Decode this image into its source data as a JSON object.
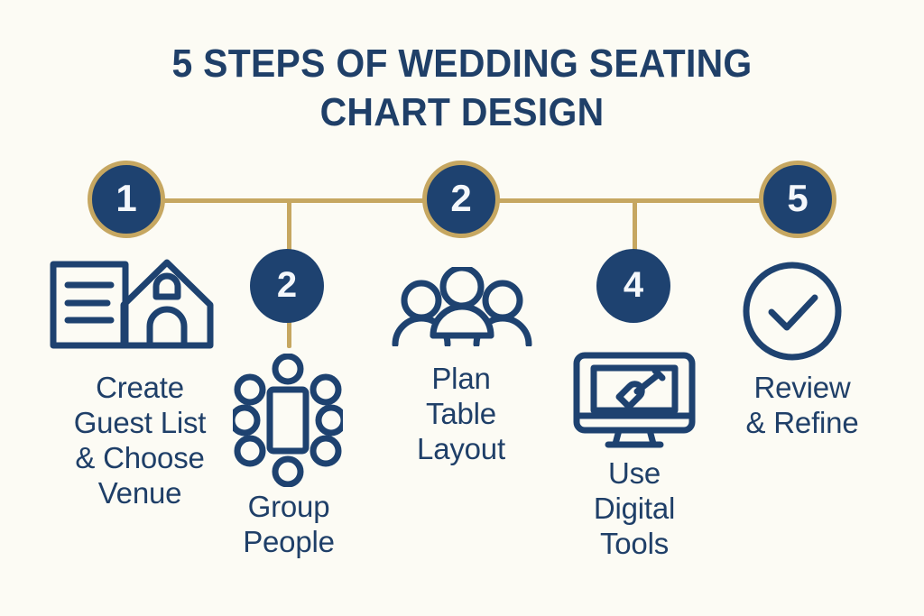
{
  "title": {
    "line1": "5 STEPS OF WEDDING SEATING",
    "line2": "CHART DESIGN"
  },
  "colors": {
    "background": "#fcfbf4",
    "navy": "#1e4270",
    "text_navy": "#1f3f68",
    "gold": "#c6a761",
    "number_text": "#f4f7fb"
  },
  "steps": [
    {
      "number": "1",
      "label": "Create\nGuest List\n& Choose\nVenue",
      "icon": "document-and-venue-icon",
      "ringed": true,
      "on_timeline": true
    },
    {
      "number": "2",
      "label": "Group\nPeople",
      "icon": "round-table-seating-icon",
      "ringed": false,
      "on_timeline": false
    },
    {
      "number": "2",
      "label": "Plan\nTable\nLayout",
      "icon": "people-group-icon",
      "ringed": true,
      "on_timeline": true
    },
    {
      "number": "4",
      "label": "Use\nDigital\nTools",
      "icon": "monitor-paintbrush-icon",
      "ringed": false,
      "on_timeline": false
    },
    {
      "number": "5",
      "label": "Review\n& Refine",
      "icon": "check-circle-icon",
      "ringed": true,
      "on_timeline": true
    }
  ]
}
